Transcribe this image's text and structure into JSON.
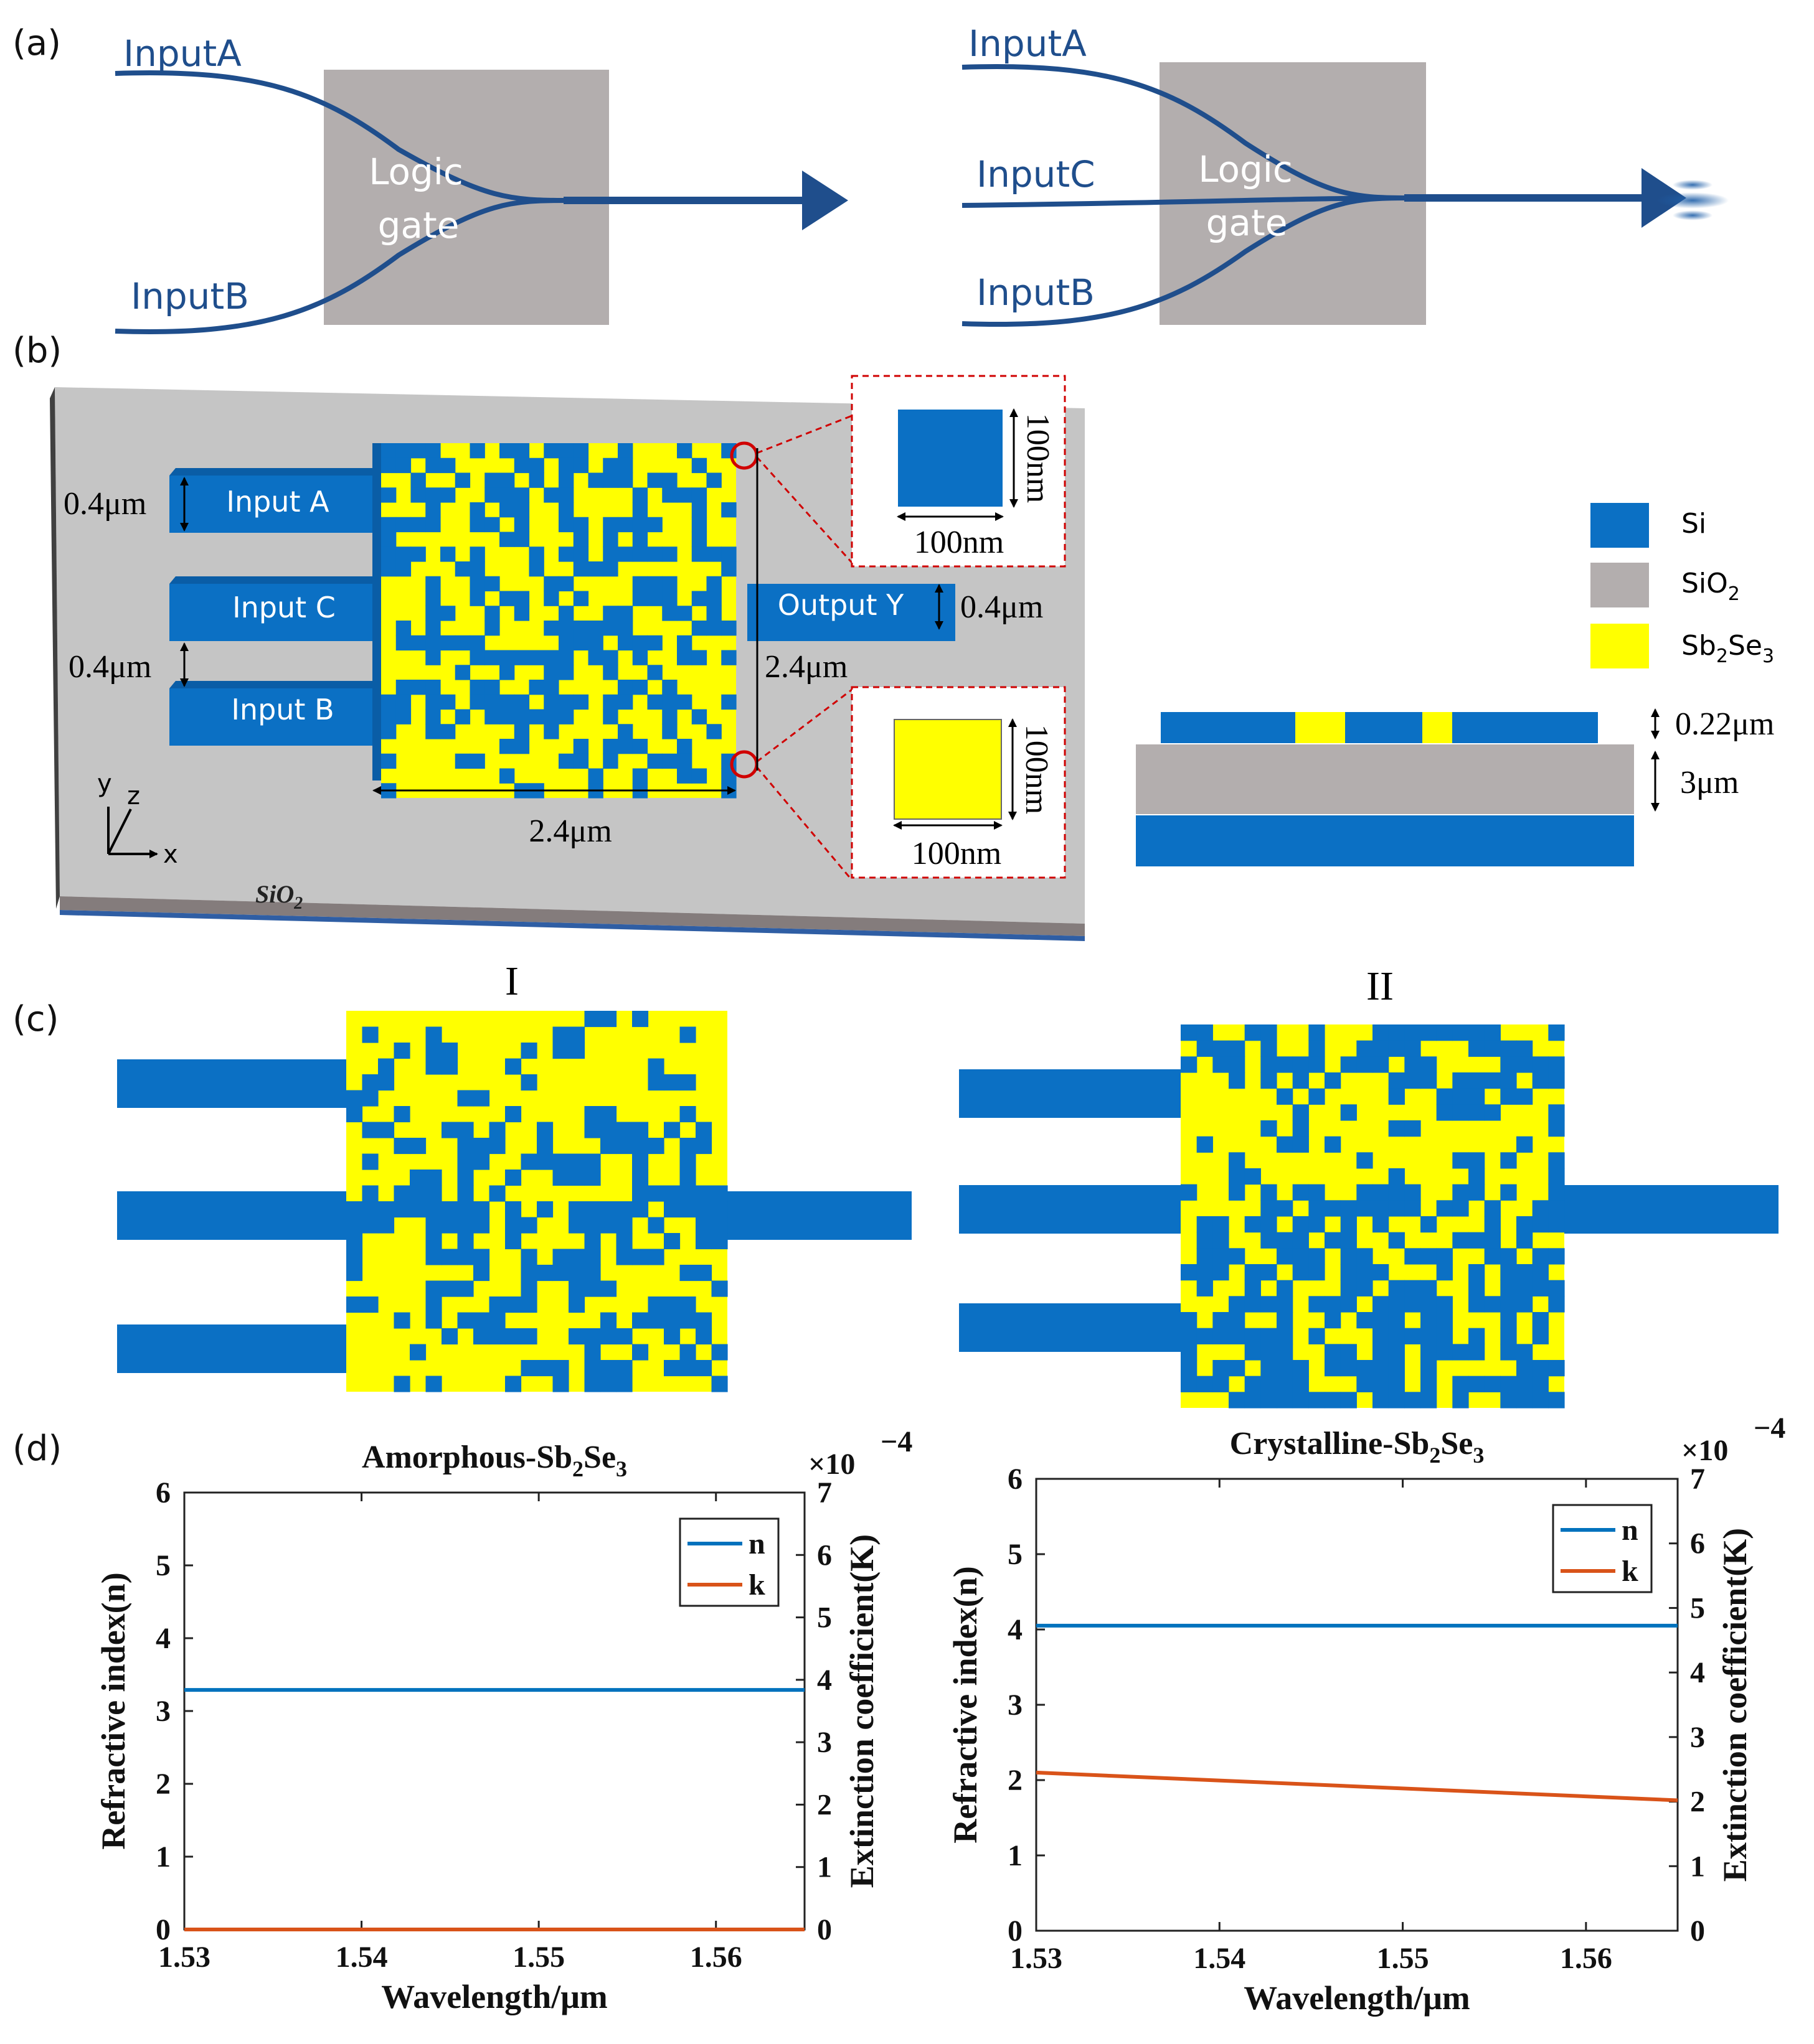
{
  "panel_a": {
    "label": "(a)",
    "left": {
      "input_a": "InputA",
      "input_b": "InputB",
      "gate": [
        "Logic",
        "gate"
      ]
    },
    "right": {
      "input_a": "InputA",
      "input_c": "InputC",
      "input_b": "InputB",
      "gate": [
        "Logic",
        "gate"
      ]
    }
  },
  "panel_b": {
    "label": "(b)",
    "waveguides": {
      "input_a": "Input A",
      "input_c": "Input C",
      "input_b": "Input B",
      "output": "Output Y"
    },
    "dims": {
      "wg_width_a": "0.4μm",
      "wg_gap": "0.4μm",
      "out_width": "0.4μm",
      "region_height": "2.4μm",
      "region_width": "2.4μm",
      "pixel_w1": "100nm",
      "pixel_h1": "100nm",
      "pixel_w2": "100nm",
      "pixel_h2": "100nm"
    },
    "axes": {
      "x": "x",
      "y": "y",
      "z": "z"
    },
    "substrate": "SiO",
    "substrate_sub": "2",
    "legend": [
      {
        "text": "Si",
        "sub": "",
        "text2": "",
        "sub2": "",
        "color": "#0a6fc2"
      },
      {
        "text": "SiO",
        "sub": "2",
        "text2": "",
        "sub2": "",
        "color": "#b3aeae"
      },
      {
        "text": "Sb",
        "sub": "2",
        "text2": "Se",
        "sub2": "3",
        "color": "#ffff00"
      }
    ],
    "cross_section": {
      "top_thickness": "0.22μm",
      "box_thickness": "3μm"
    }
  },
  "panel_c": {
    "label": "(c)",
    "titles": [
      "I",
      "II"
    ]
  },
  "panel_d": {
    "label": "(d)"
  },
  "chart_data": [
    {
      "type": "line",
      "title": "Amorphous-Sb2Se3",
      "title_parts": [
        "Amorphous-Sb",
        "2",
        "Se",
        "3"
      ],
      "xlabel": "Wavelength/μm",
      "ylabel": "Refractive index(n)",
      "y2label": "Extinction coefficient(K)",
      "y2_multiplier": "×10",
      "y2_exponent": "−4",
      "xlim": [
        1.53,
        1.565
      ],
      "ylim": [
        0,
        6
      ],
      "y2lim": [
        0,
        7
      ],
      "xticks": [
        1.53,
        1.54,
        1.55,
        1.56
      ],
      "yticks": [
        0,
        1,
        2,
        3,
        4,
        5,
        6
      ],
      "y2ticks": [
        0,
        1,
        2,
        3,
        4,
        5,
        6,
        7
      ],
      "legend_position": "top-right",
      "series": [
        {
          "name": "n",
          "axis": "left",
          "color": "#0072bd",
          "x": [
            1.53,
            1.565
          ],
          "y": [
            3.29,
            3.29
          ]
        },
        {
          "name": "k",
          "axis": "right",
          "color": "#d95319",
          "x": [
            1.53,
            1.565
          ],
          "y": [
            0,
            0
          ]
        }
      ]
    },
    {
      "type": "line",
      "title": "Crystalline-Sb2Se3",
      "title_parts": [
        "Crystalline-Sb",
        "2",
        "Se",
        "3"
      ],
      "xlabel": "Wavelength/μm",
      "ylabel": "Refractive index(n)",
      "y2label": "Extinction coefficient(K)",
      "y2_multiplier": "×10",
      "y2_exponent": "−4",
      "xlim": [
        1.53,
        1.565
      ],
      "ylim": [
        0,
        6
      ],
      "y2lim": [
        0,
        7
      ],
      "xticks": [
        1.53,
        1.54,
        1.55,
        1.56
      ],
      "yticks": [
        0,
        1,
        2,
        3,
        4,
        5,
        6
      ],
      "y2ticks": [
        0,
        1,
        2,
        3,
        4,
        5,
        6,
        7
      ],
      "legend_position": "top-right",
      "series": [
        {
          "name": "n",
          "axis": "left",
          "color": "#0072bd",
          "x": [
            1.53,
            1.565
          ],
          "y": [
            4.05,
            4.05
          ]
        },
        {
          "name": "k",
          "axis": "right",
          "color": "#d95319",
          "x": [
            1.53,
            1.565
          ],
          "y": [
            2.45,
            2.02
          ]
        }
      ]
    }
  ]
}
